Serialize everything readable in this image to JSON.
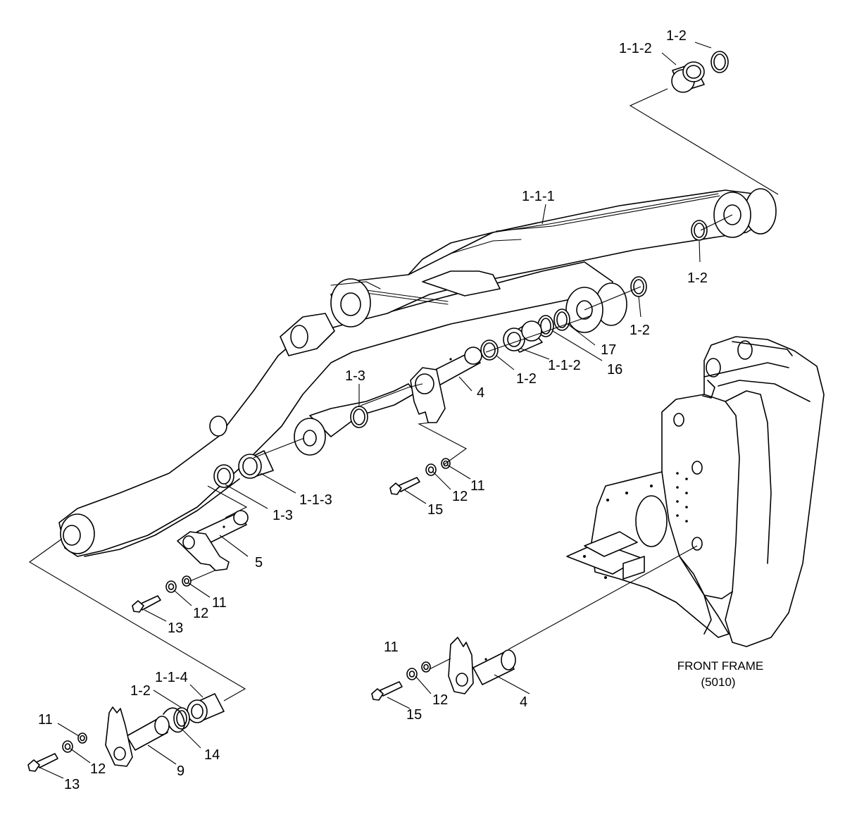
{
  "labels": {
    "top_1_1_2": "1-1-2",
    "top_1_2": "1-2",
    "arm_1_1_1": "1-1-1",
    "right_1_2_a": "1-2",
    "right_1_2_b": "1-2",
    "mid_17": "17",
    "mid_16": "16",
    "mid_1_1_2": "1-1-2",
    "mid_1_2": "1-2",
    "pin4_upper": "4",
    "upper_1_3": "1-3",
    "lower_1_3": "1-3",
    "bush_1_1_3": "1-1-3",
    "pin5": "5",
    "upper_11": "11",
    "upper_12": "12",
    "upper_15": "15",
    "left_11": "11",
    "left_12": "12",
    "left_13": "13",
    "lower_11": "11",
    "lower_12": "12",
    "lower_15": "15",
    "pin4_lower": "4",
    "bottom_1_1_4": "1-1-4",
    "bottom_1_2": "1-2",
    "bottom_11": "11",
    "bottom_12": "12",
    "bottom_13": "13",
    "pin9": "9",
    "ring14": "14"
  },
  "caption": {
    "line1": "FRONT FRAME",
    "line2": "(5010)"
  }
}
